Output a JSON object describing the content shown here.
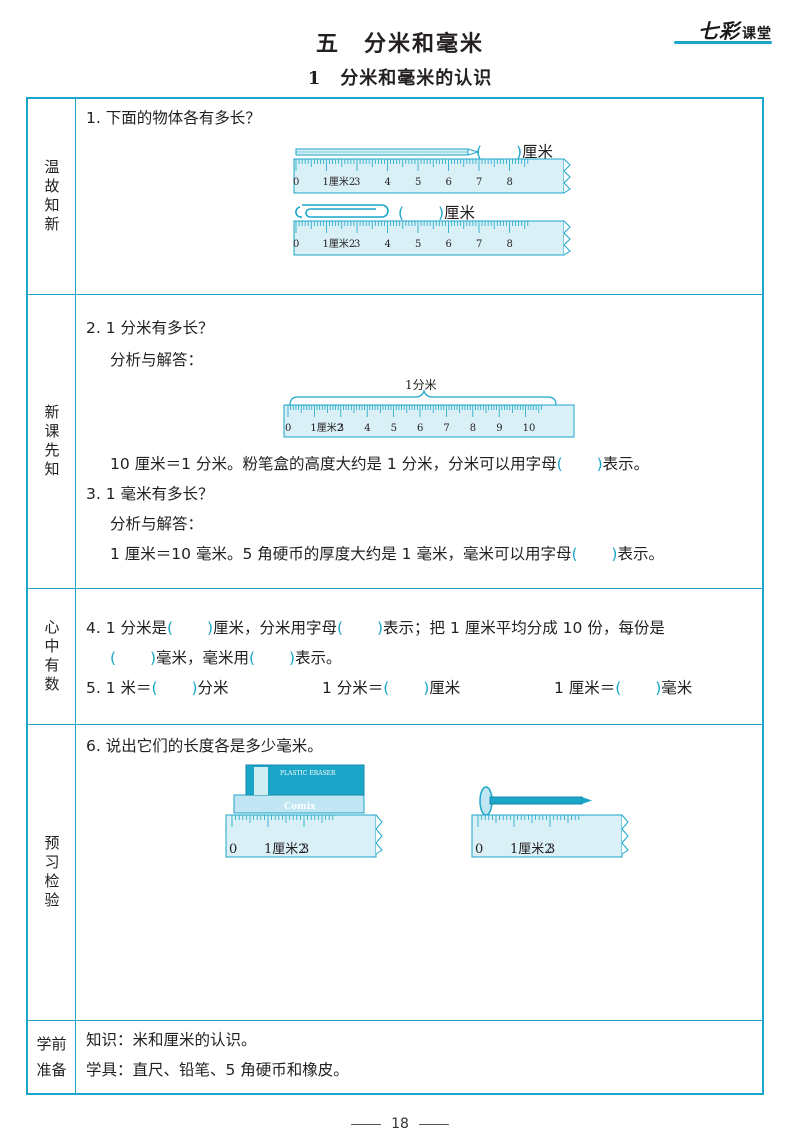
{
  "brand": {
    "logo": "七彩课堂",
    "main": "七彩",
    "small": "课堂"
  },
  "header": {
    "chapter": "五　分米和毫米",
    "section": "1　分米和毫米的认识"
  },
  "rows": {
    "review": {
      "label": "温故知新"
    },
    "new": {
      "label": "新课先知"
    },
    "mind": {
      "label": "心中有数"
    },
    "preview": {
      "label": "预习检验"
    },
    "prep": {
      "label_line1": "学前",
      "label_line2": "准备"
    }
  },
  "q1": {
    "text": "1. 下面的物体各有多长？",
    "unit": "厘米",
    "ruler_labels": [
      "0",
      "1厘米2",
      "3",
      "4",
      "5",
      "6",
      "7",
      "8"
    ]
  },
  "q2": {
    "text": "2. 1 分米有多长？",
    "analysis": "分析与解答：",
    "brace_label": "1分米",
    "ruler_labels": [
      "0",
      "1厘米2",
      "3",
      "4",
      "5",
      "6",
      "7",
      "8",
      "9",
      "10"
    ],
    "fact_a": "10 厘米＝1 分米。粉笔盒的高度大约是 1 分米，分米可以用字母",
    "fact_b": "表示。"
  },
  "q3": {
    "text": "3. 1 毫米有多长？",
    "analysis": "分析与解答：",
    "fact_a": "1 厘米＝10 毫米。5 角硬币的厚度大约是 1 毫米，毫米可以用字母",
    "fact_b": "表示。"
  },
  "q4": {
    "a": "4. 1 分米是",
    "b": "厘米，分米用字母",
    "c": "表示；把 1 厘米平均分成 10 份，每份是",
    "d": "毫米，毫米用",
    "e": "表示。"
  },
  "q5": {
    "a1": "5. 1 米＝",
    "a2": "分米",
    "b1": "1 分米＝",
    "b2": "厘米",
    "c1": "1 厘米＝",
    "c2": "毫米"
  },
  "q6": {
    "text": "6. 说出它们的长度各是多少毫米。",
    "eraser_brand": "Comix",
    "eraser_label": "PLASTIC ERASER",
    "ruler_labels": [
      "0",
      "1厘米2",
      "3"
    ]
  },
  "prep": {
    "knowledge": "知识：米和厘米的认识。",
    "tools": "学具：直尺、铅笔、5 角硬币和橡皮。"
  },
  "page": {
    "number": "18"
  },
  "colors": {
    "accent": "#1ba6c9",
    "ruler_fill": "#d9f0f7"
  }
}
